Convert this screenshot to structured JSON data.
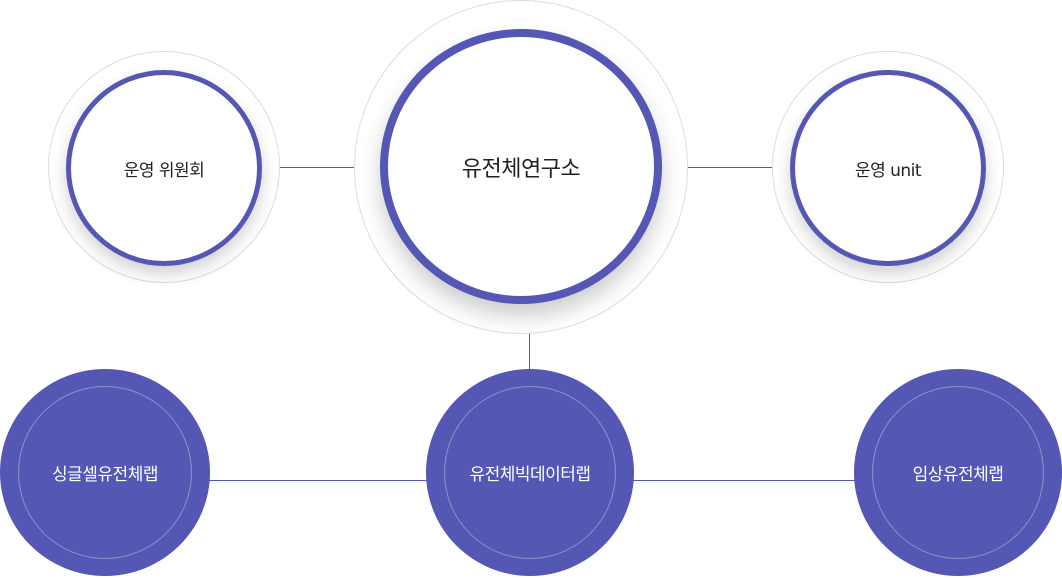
{
  "center": {
    "label": "유전체연구소"
  },
  "left": {
    "label": "운영 위원회"
  },
  "right": {
    "label": "운영 unit"
  },
  "bottom_left": {
    "label": "싱글셀유전체랩"
  },
  "bottom_center": {
    "label": "유전체빅데이터랩"
  },
  "bottom_right": {
    "label": "임상유전체랩"
  },
  "colors": {
    "accent": "#5457b3",
    "halo": "#dcdcdc",
    "text_dark": "#222222",
    "text_light": "#ffffff"
  }
}
